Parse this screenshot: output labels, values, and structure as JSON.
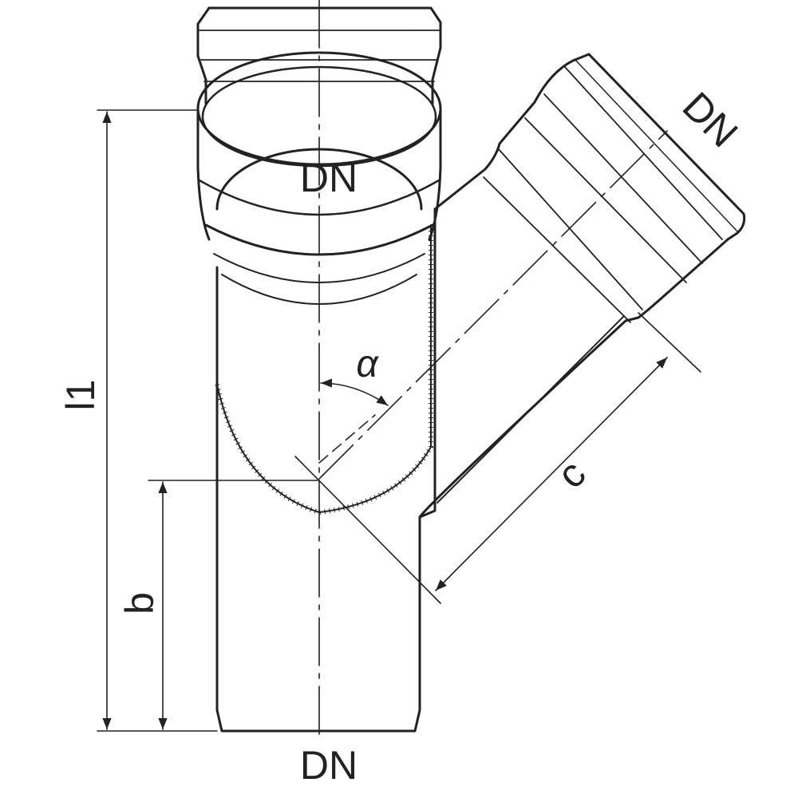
{
  "labels": {
    "dn_top": "DN",
    "dn_branch": "DN",
    "dn_bottom": "DN",
    "angle": "α",
    "dim_l1": "l1",
    "dim_b": "b",
    "dim_c": "c"
  },
  "colors": {
    "stroke": "#222222",
    "background": "#ffffff"
  }
}
